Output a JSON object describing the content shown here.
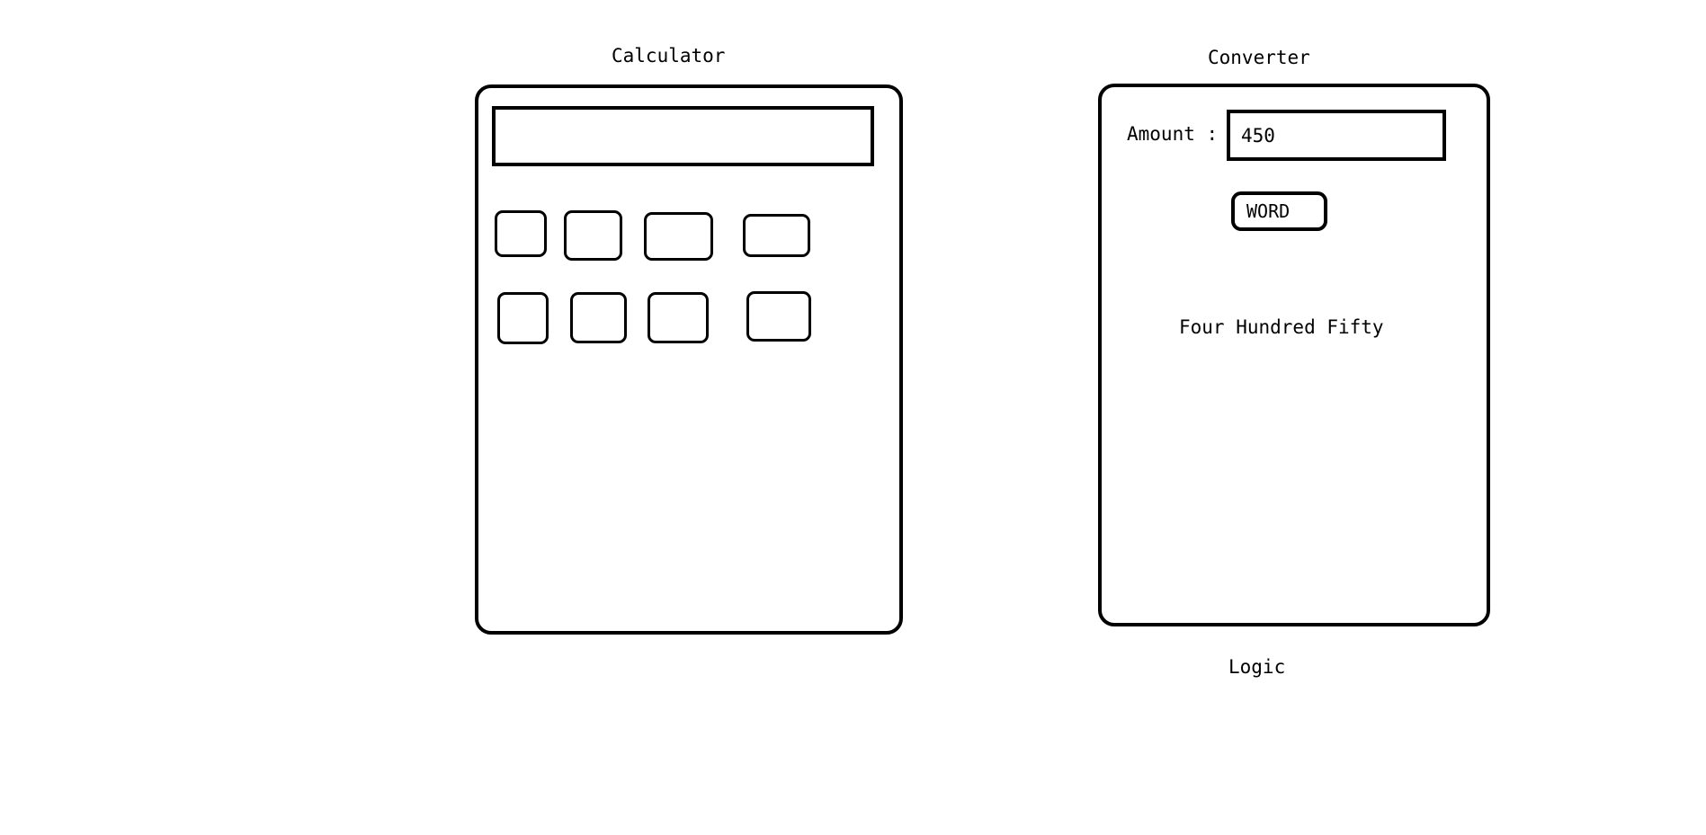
{
  "calculator": {
    "title": "Calculator",
    "display_value": "",
    "keys": [
      "",
      "",
      "",
      "",
      "",
      "",
      "",
      ""
    ]
  },
  "converter": {
    "title": "Converter",
    "amount_label": "Amount :",
    "amount_value": "450",
    "word_button_label": "WORD",
    "result_text": "Four Hundred Fifty",
    "footer_caption": "Logic"
  }
}
